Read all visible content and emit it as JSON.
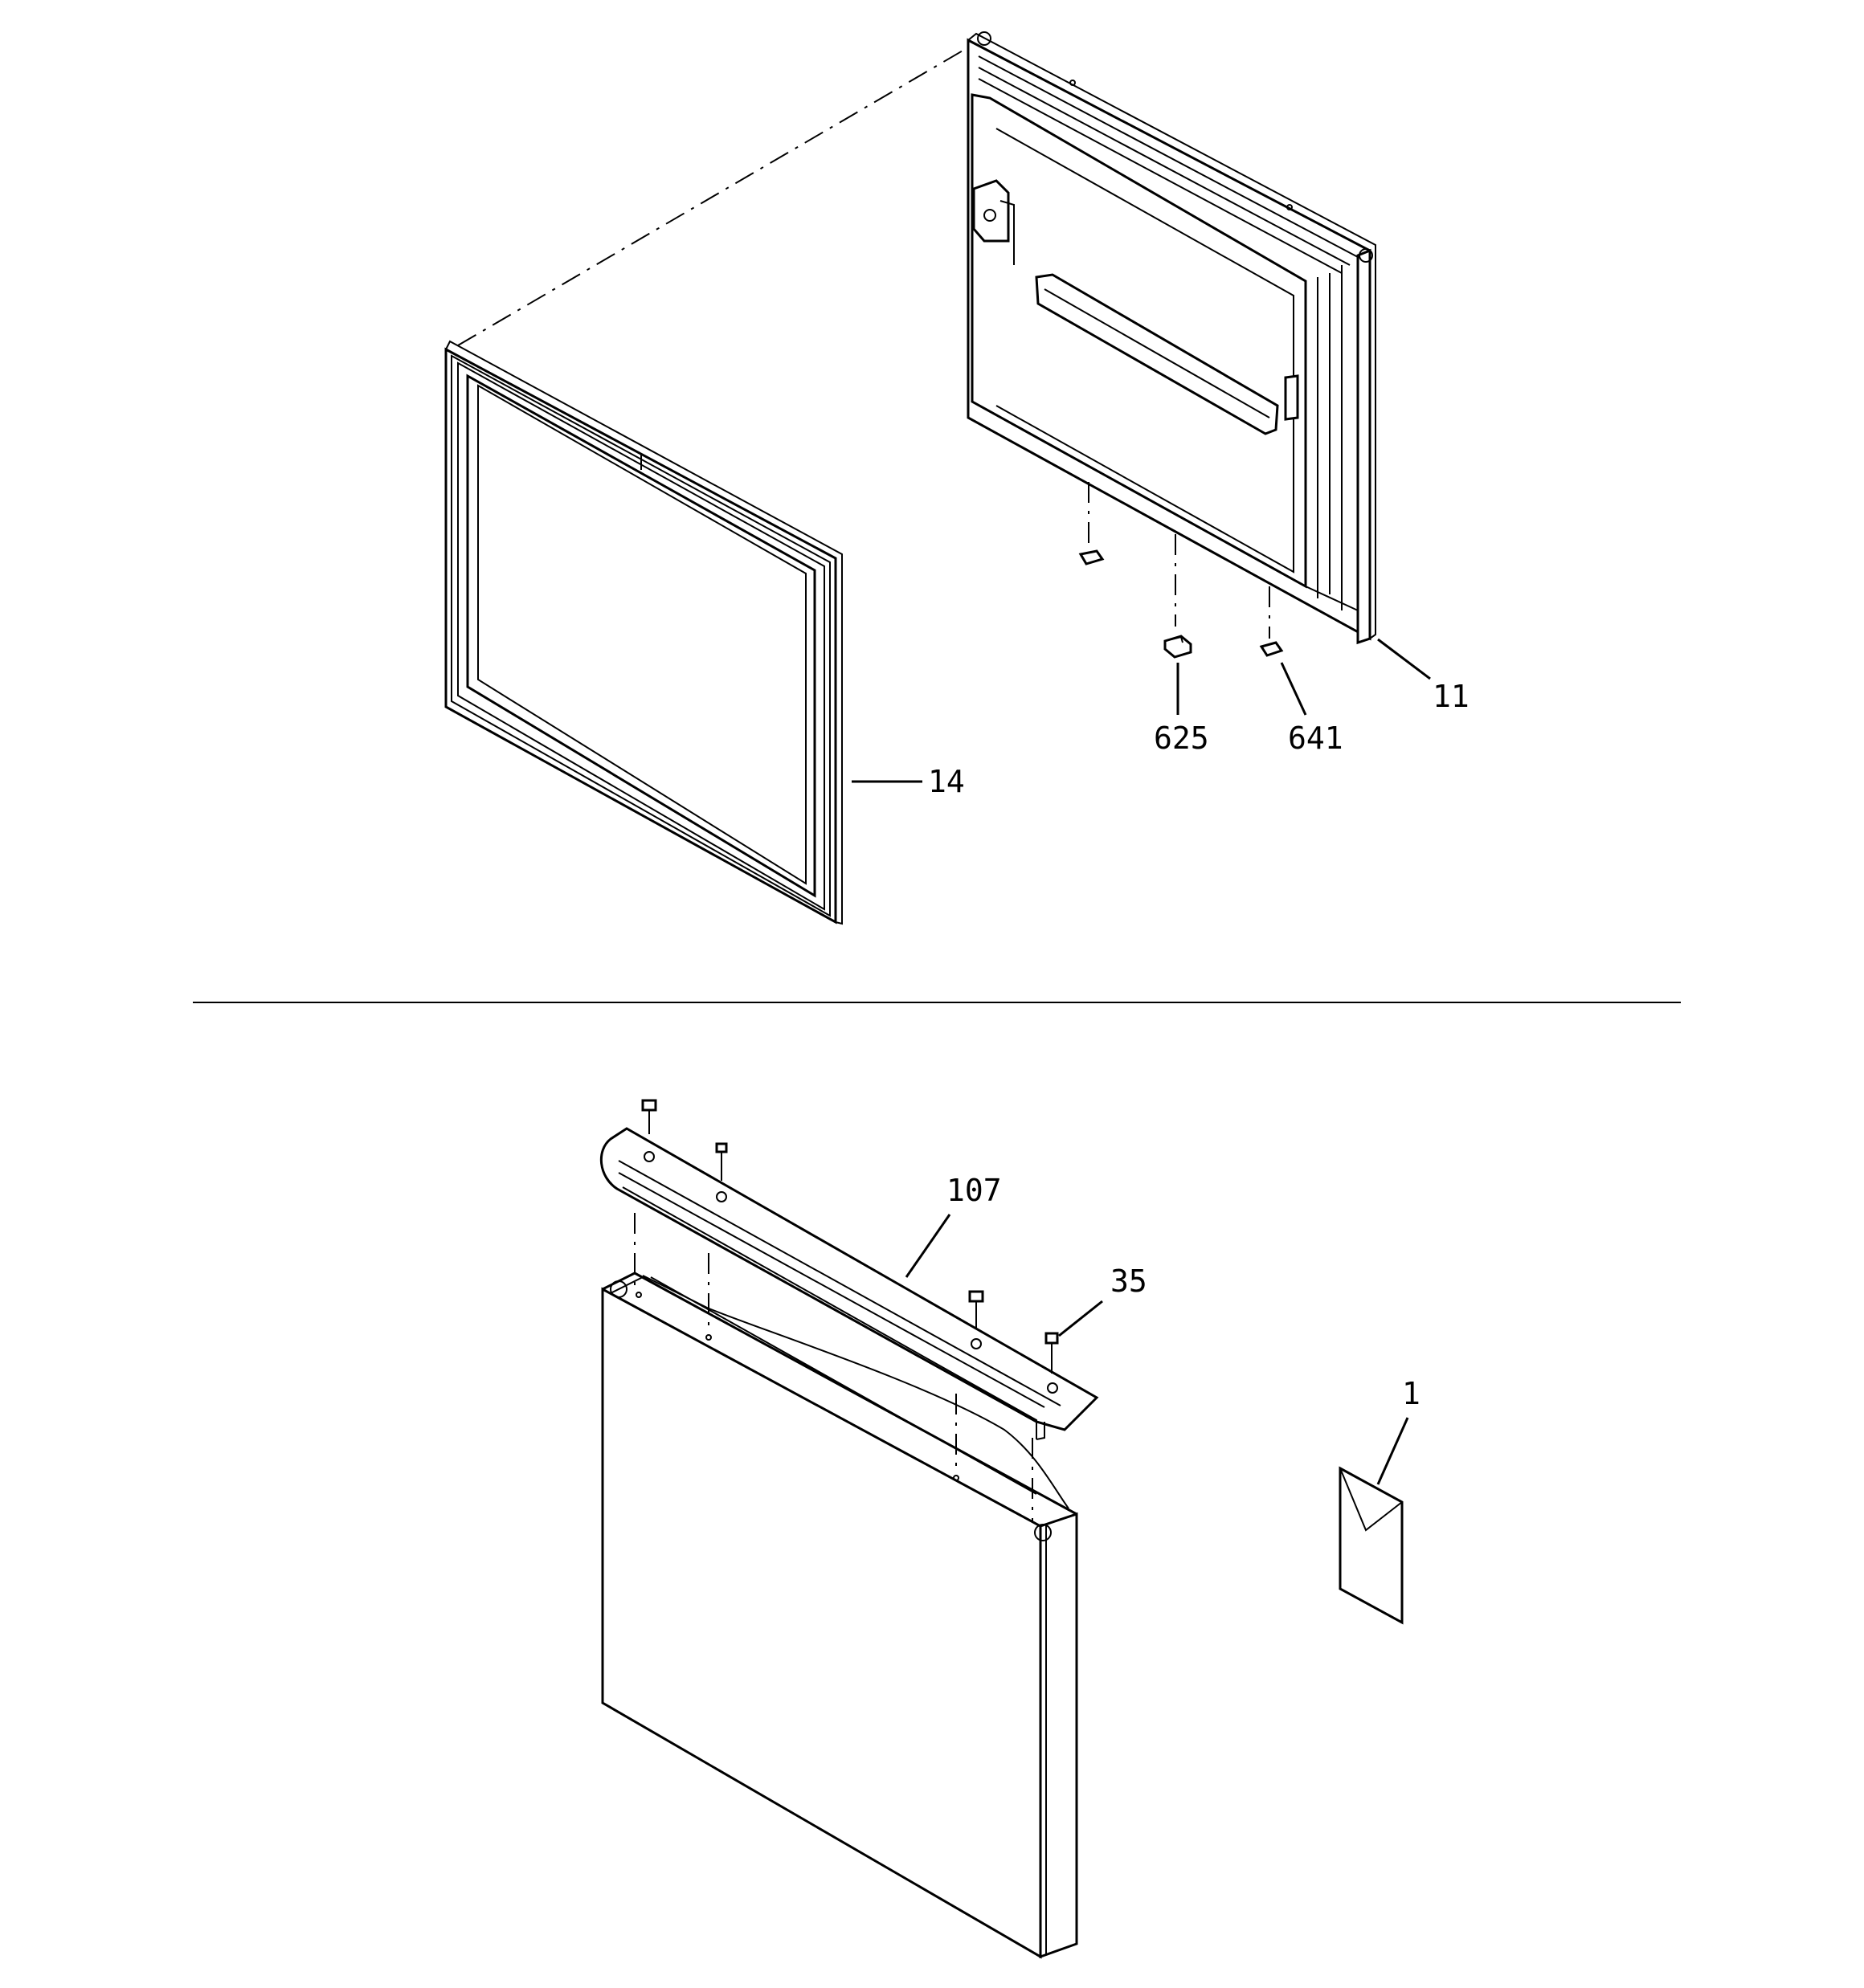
{
  "callouts": {
    "part_14": "14",
    "part_11": "11",
    "part_625": "625",
    "part_641": "641",
    "part_107": "107",
    "part_35": "35",
    "part_1": "1"
  }
}
